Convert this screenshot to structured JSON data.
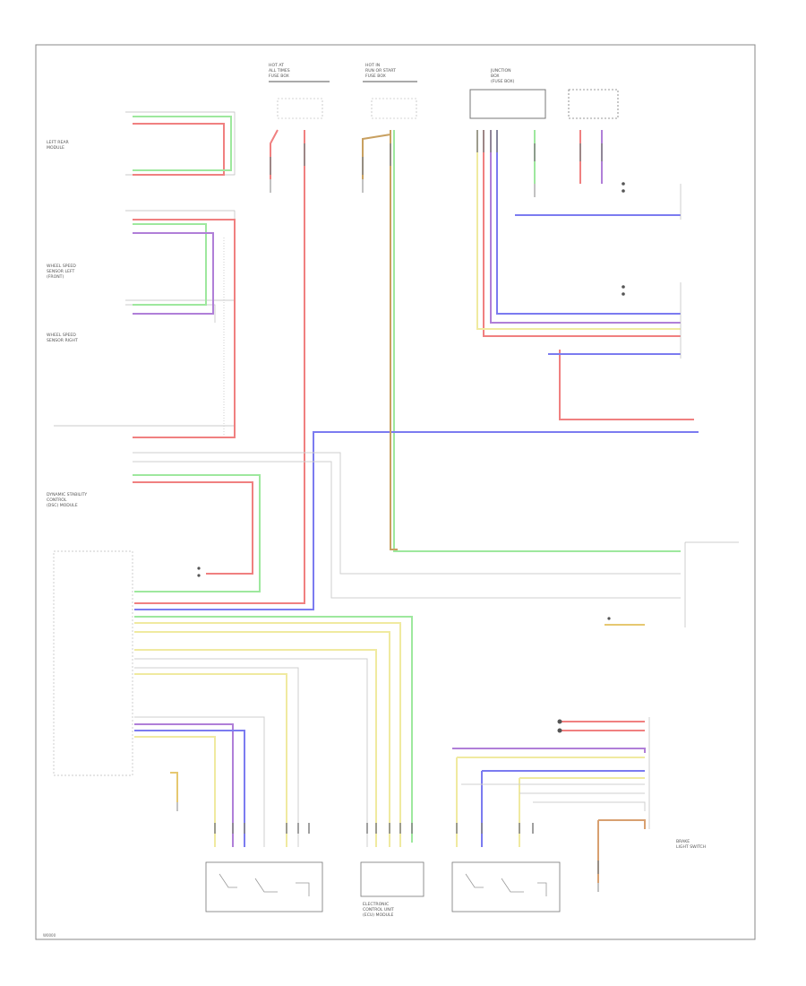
{
  "diagram": {
    "footer_code": "W0000",
    "modules": [
      {
        "id": "hot-fuse-1",
        "lines": [
          "HOT AT",
          "ALL TIMES",
          "FUSE BOX"
        ]
      },
      {
        "id": "hot-fuse-2",
        "lines": [
          "HOT IN",
          "RUN OR START",
          "FUSE BOX"
        ]
      },
      {
        "id": "junction-box",
        "lines": [
          "JUNCTION",
          "BOX",
          "(FUSE BOX)"
        ]
      },
      {
        "id": "left-module",
        "lines": [
          "LEFT REAR",
          "MODULE"
        ]
      },
      {
        "id": "wheel-left",
        "lines": [
          "WHEEL SPEED",
          "SENSOR LEFT",
          "(FRONT)"
        ]
      },
      {
        "id": "wheel-right",
        "lines": [
          "WHEEL SPEED",
          "SENSOR RIGHT"
        ]
      },
      {
        "id": "dsc-module",
        "lines": [
          "DYNAMIC STABILITY",
          "CONTROL",
          "(DSC) MODULE"
        ]
      },
      {
        "id": "bottom-center",
        "lines": [
          "ELECTRONIC",
          "CONTROL UNIT",
          "(ECU) MODULE"
        ]
      },
      {
        "id": "bottom-right",
        "lines": [
          "BRAKE",
          "LIGHT SWITCH"
        ]
      }
    ]
  }
}
